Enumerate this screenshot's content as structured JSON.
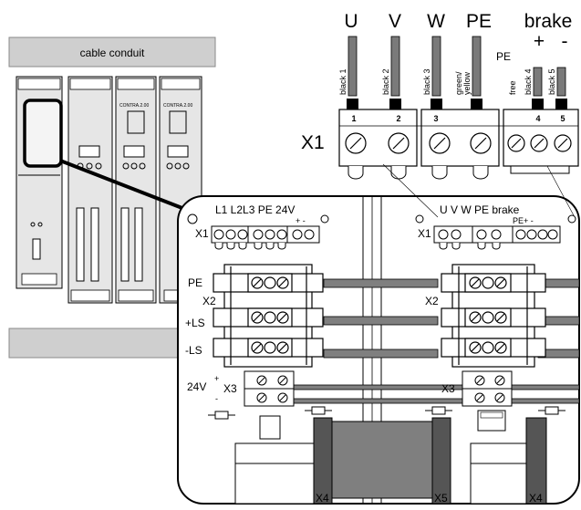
{
  "labels": {
    "cable_conduit": "cable conduit",
    "x1_top": "X1",
    "u": "U",
    "v": "V",
    "w": "W",
    "pe": "PE",
    "brake": "brake",
    "pe_small": "PE",
    "brake_plus": "+",
    "brake_minus": "-",
    "wires": [
      "black 1",
      "black 2",
      "black 3",
      "green/",
      "yellow",
      "free",
      "black 4",
      "black 5"
    ],
    "terminal_numbers": [
      "1",
      "2",
      "3",
      "4",
      "5"
    ],
    "left_header": "L1 L2L3 PE  24V",
    "left_header_pm": "+  -",
    "right_header": "U  V  W PE  brake",
    "right_header_pm": "PE+  -",
    "x1_left": "X1",
    "x1_right": "X1",
    "x2_left": "X2",
    "x2_right": "X2",
    "x3_left": "X3",
    "x3_right": "X3",
    "pe_row": "PE",
    "plus_ls": "+LS",
    "minus_ls": "-LS",
    "v24": "24V",
    "v24_plus": "+",
    "v24_minus": "-",
    "x4_left": "X4",
    "x4_right": "X4",
    "x5": "X5",
    "module_brand": "CONTRA.2.00"
  },
  "colors": {
    "line": "#000000",
    "module_fill": "#e6e6e6",
    "panel_fill": "#ffffff",
    "bar_fill": "#7f7f7f",
    "conduit_fill": "#cfcfcf",
    "wire_fill": "#7a7a7a",
    "gray_dark": "#555555"
  },
  "icons": [
    "screw-terminal-icon",
    "mounting-hole-icon",
    "resistor-icon",
    "relay-icon"
  ]
}
